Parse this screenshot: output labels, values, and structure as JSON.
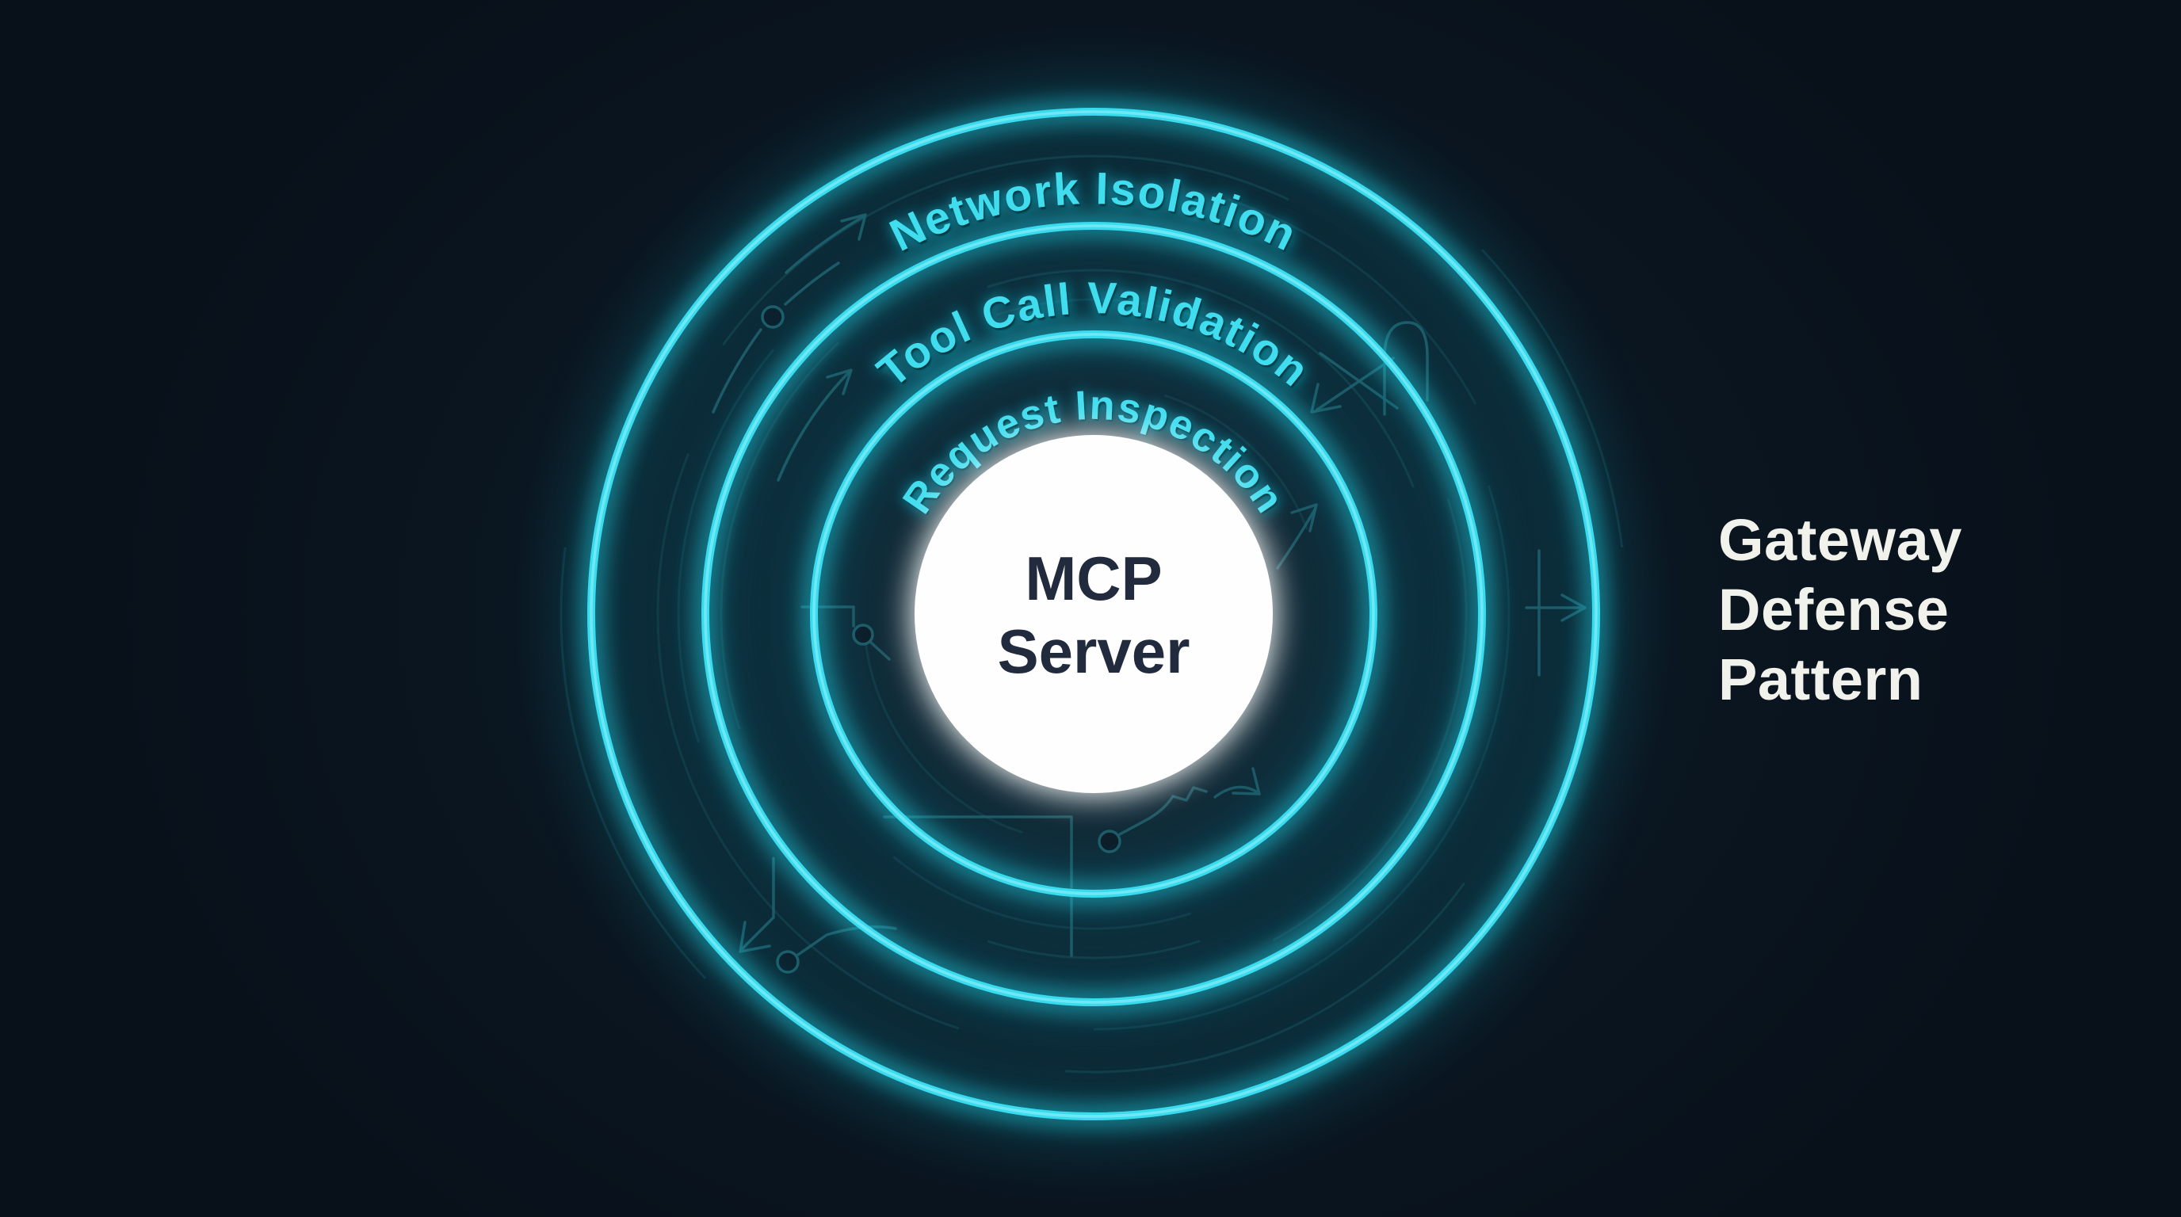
{
  "page": {
    "background": "#0a141f"
  },
  "diagram": {
    "rings": [
      {
        "label": "Network Isolation"
      },
      {
        "label": "Tool Call Validation"
      },
      {
        "label": "Request Inspection"
      }
    ],
    "core": {
      "line1": "MCP",
      "line2": "Server"
    },
    "headline": {
      "line1": "Gateway",
      "line2": "Defense",
      "line3": "Pattern"
    },
    "colors": {
      "ring_cyan": "#38dcee",
      "label_cyan": "#41ddee",
      "trace_teal": "#1f5a66",
      "core_fill": "#fdfefd",
      "core_text": "#212b3d",
      "headline_text": "#f2f2ec"
    }
  }
}
